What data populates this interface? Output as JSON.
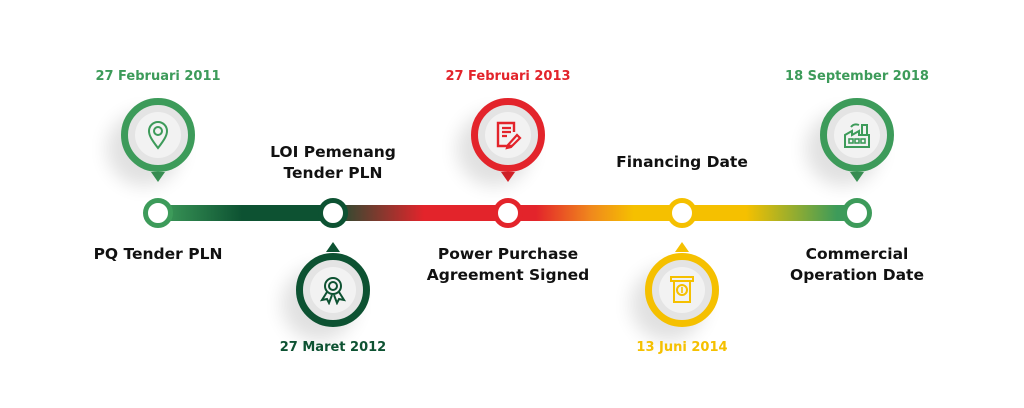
{
  "colors": {
    "light_green": "#3d9b5a",
    "dark_green": "#0d5232",
    "red": "#e3242b",
    "yellow": "#f5c000"
  },
  "milestones": [
    {
      "title_lines": [
        "PQ Tender PLN"
      ],
      "date": "27 Februari 2011",
      "color": "#3d9b5a",
      "icon": "location-pin-icon",
      "pin": "above"
    },
    {
      "title_lines": [
        "LOI Pemenang",
        "Tender PLN"
      ],
      "date": "27 Maret 2012",
      "color": "#0d5232",
      "icon": "award-ribbon-icon",
      "pin": "below"
    },
    {
      "title_lines": [
        "Power Purchase",
        "Agreement Signed"
      ],
      "date": "27 Februari 2013",
      "color": "#e3242b",
      "icon": "contract-pen-icon",
      "pin": "above"
    },
    {
      "title_lines": [
        "Financing Date"
      ],
      "date": "13 Juni 2014",
      "color": "#f5c000",
      "icon": "atm-money-icon",
      "pin": "below"
    },
    {
      "title_lines": [
        "Commercial",
        "Operation Date"
      ],
      "date": "18 September 2018",
      "color": "#3d9b5a",
      "icon": "factory-icon",
      "pin": "above"
    }
  ]
}
